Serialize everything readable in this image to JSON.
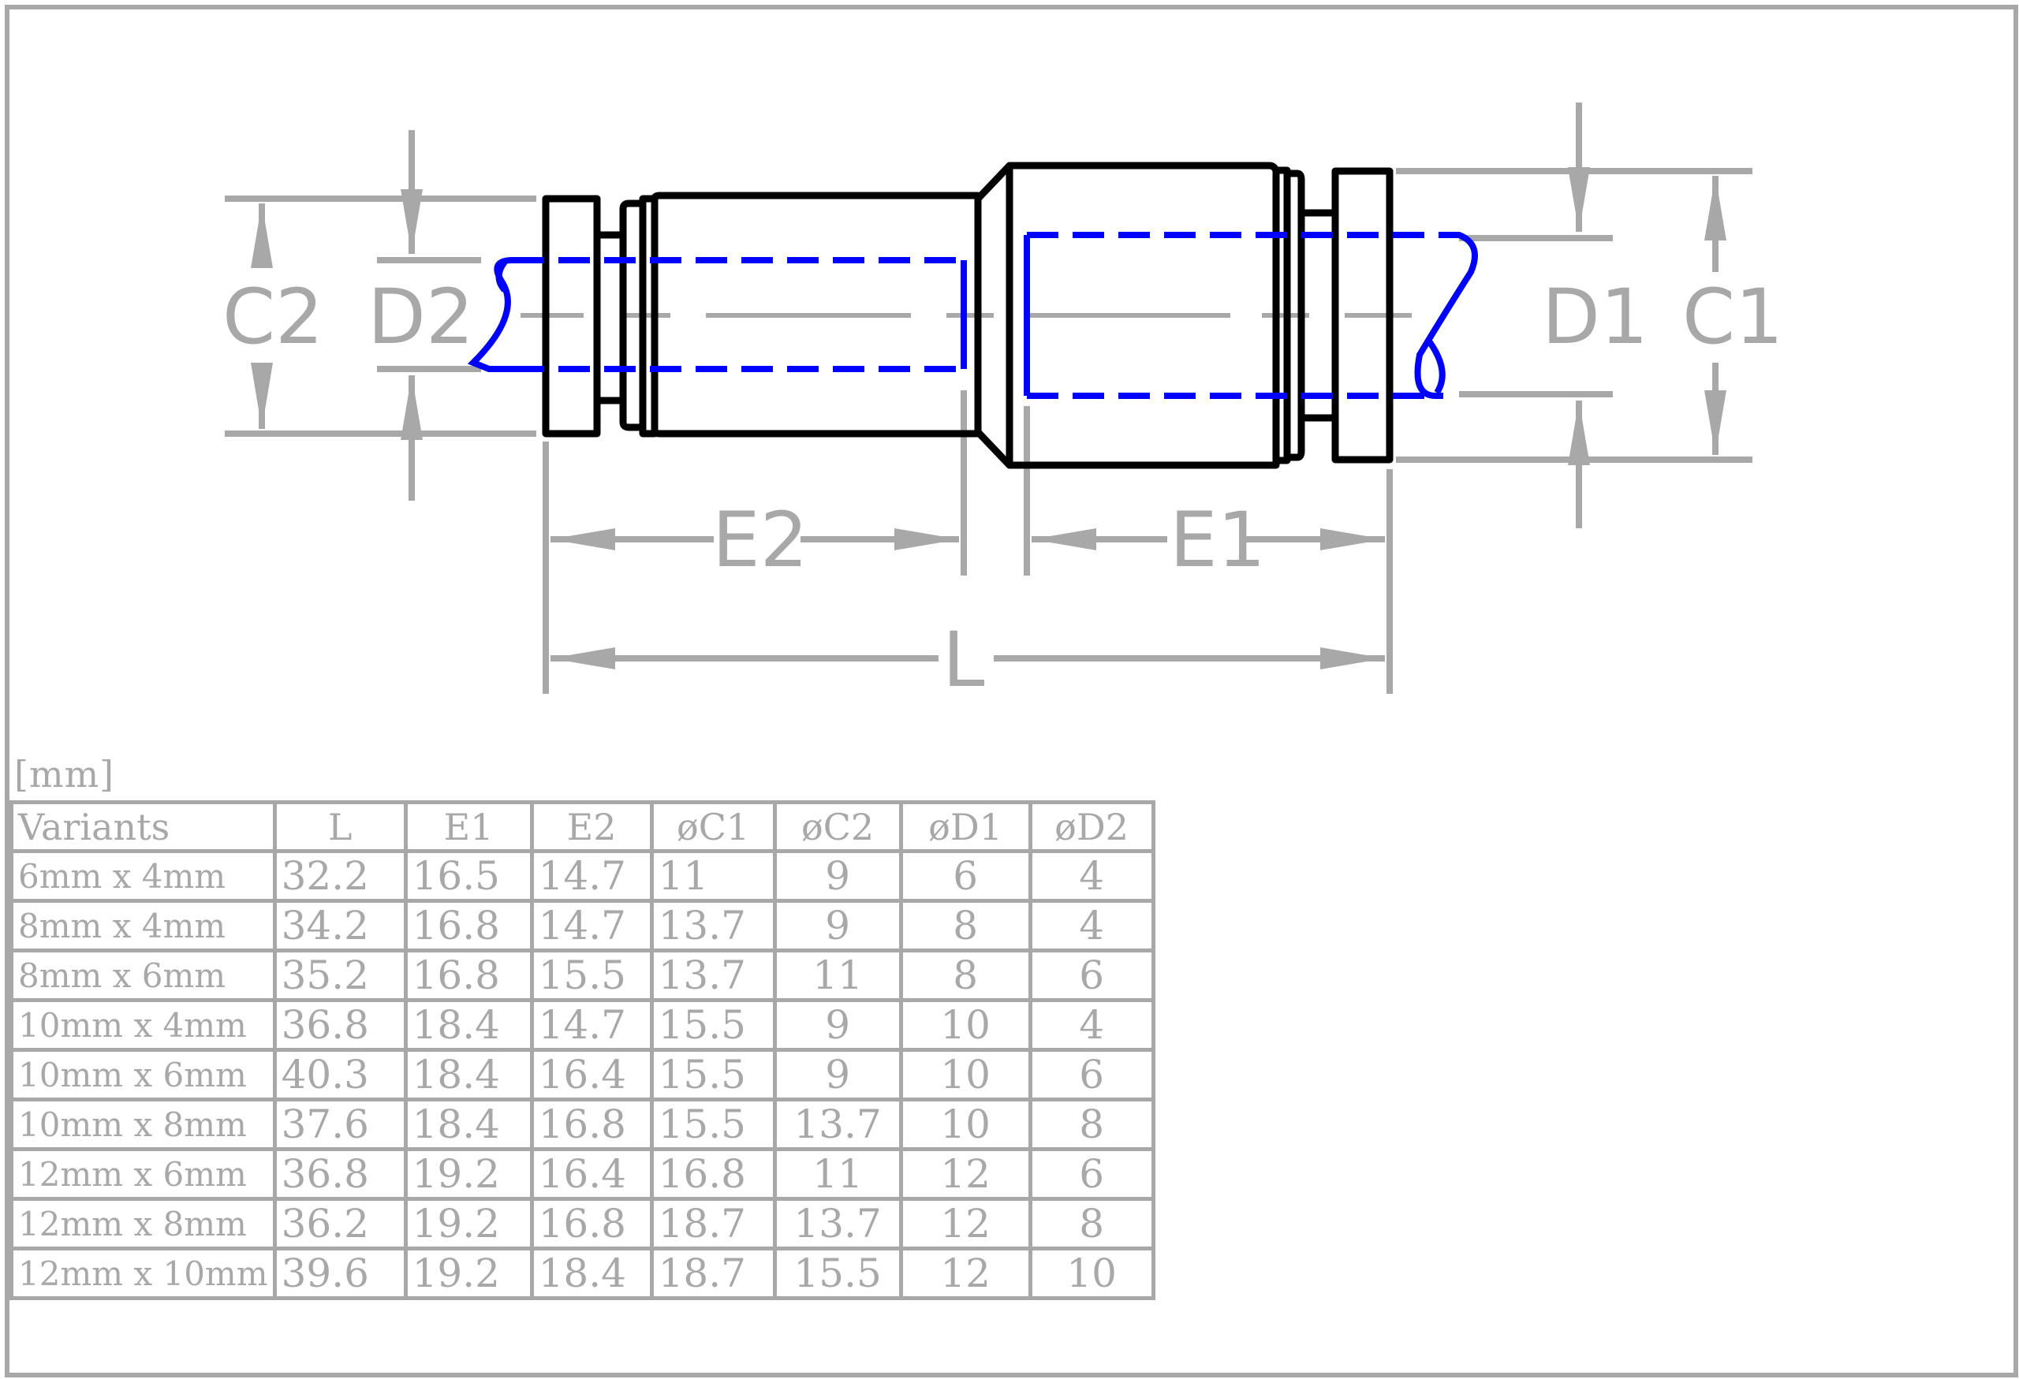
{
  "diagram": {
    "labels": {
      "c2": "C2",
      "d2": "D2",
      "d1": "D1",
      "c1": "C1",
      "e2": "E2",
      "e1": "E1",
      "l": "L"
    },
    "colors": {
      "dimension": "#a8a8a8",
      "body": "#000000",
      "tube": "#0000ff"
    }
  },
  "unit": "[mm]",
  "table": {
    "headers": [
      "Variants",
      "L",
      "E1",
      "E2",
      "øC1",
      "øC2",
      "øD1",
      "øD2"
    ],
    "rows": [
      [
        "6mm x 4mm",
        "32.2",
        "16.5",
        "14.7",
        "11",
        "9",
        "6",
        "4"
      ],
      [
        "8mm x 4mm",
        "34.2",
        "16.8",
        "14.7",
        "13.7",
        "9",
        "8",
        "4"
      ],
      [
        "8mm x 6mm",
        "35.2",
        "16.8",
        "15.5",
        "13.7",
        "11",
        "8",
        "6"
      ],
      [
        "10mm x 4mm",
        "36.8",
        "18.4",
        "14.7",
        "15.5",
        "9",
        "10",
        "4"
      ],
      [
        "10mm x 6mm",
        "40.3",
        "18.4",
        "16.4",
        "15.5",
        "9",
        "10",
        "6"
      ],
      [
        "10mm x 8mm",
        "37.6",
        "18.4",
        "16.8",
        "15.5",
        "13.7",
        "10",
        "8"
      ],
      [
        "12mm x 6mm",
        "36.8",
        "19.2",
        "16.4",
        "16.8",
        "11",
        "12",
        "6"
      ],
      [
        "12mm x 8mm",
        "36.2",
        "19.2",
        "16.8",
        "18.7",
        "13.7",
        "12",
        "8"
      ],
      [
        "12mm x 10mm",
        "39.6",
        "19.2",
        "18.4",
        "18.7",
        "15.5",
        "12",
        "10"
      ]
    ]
  }
}
